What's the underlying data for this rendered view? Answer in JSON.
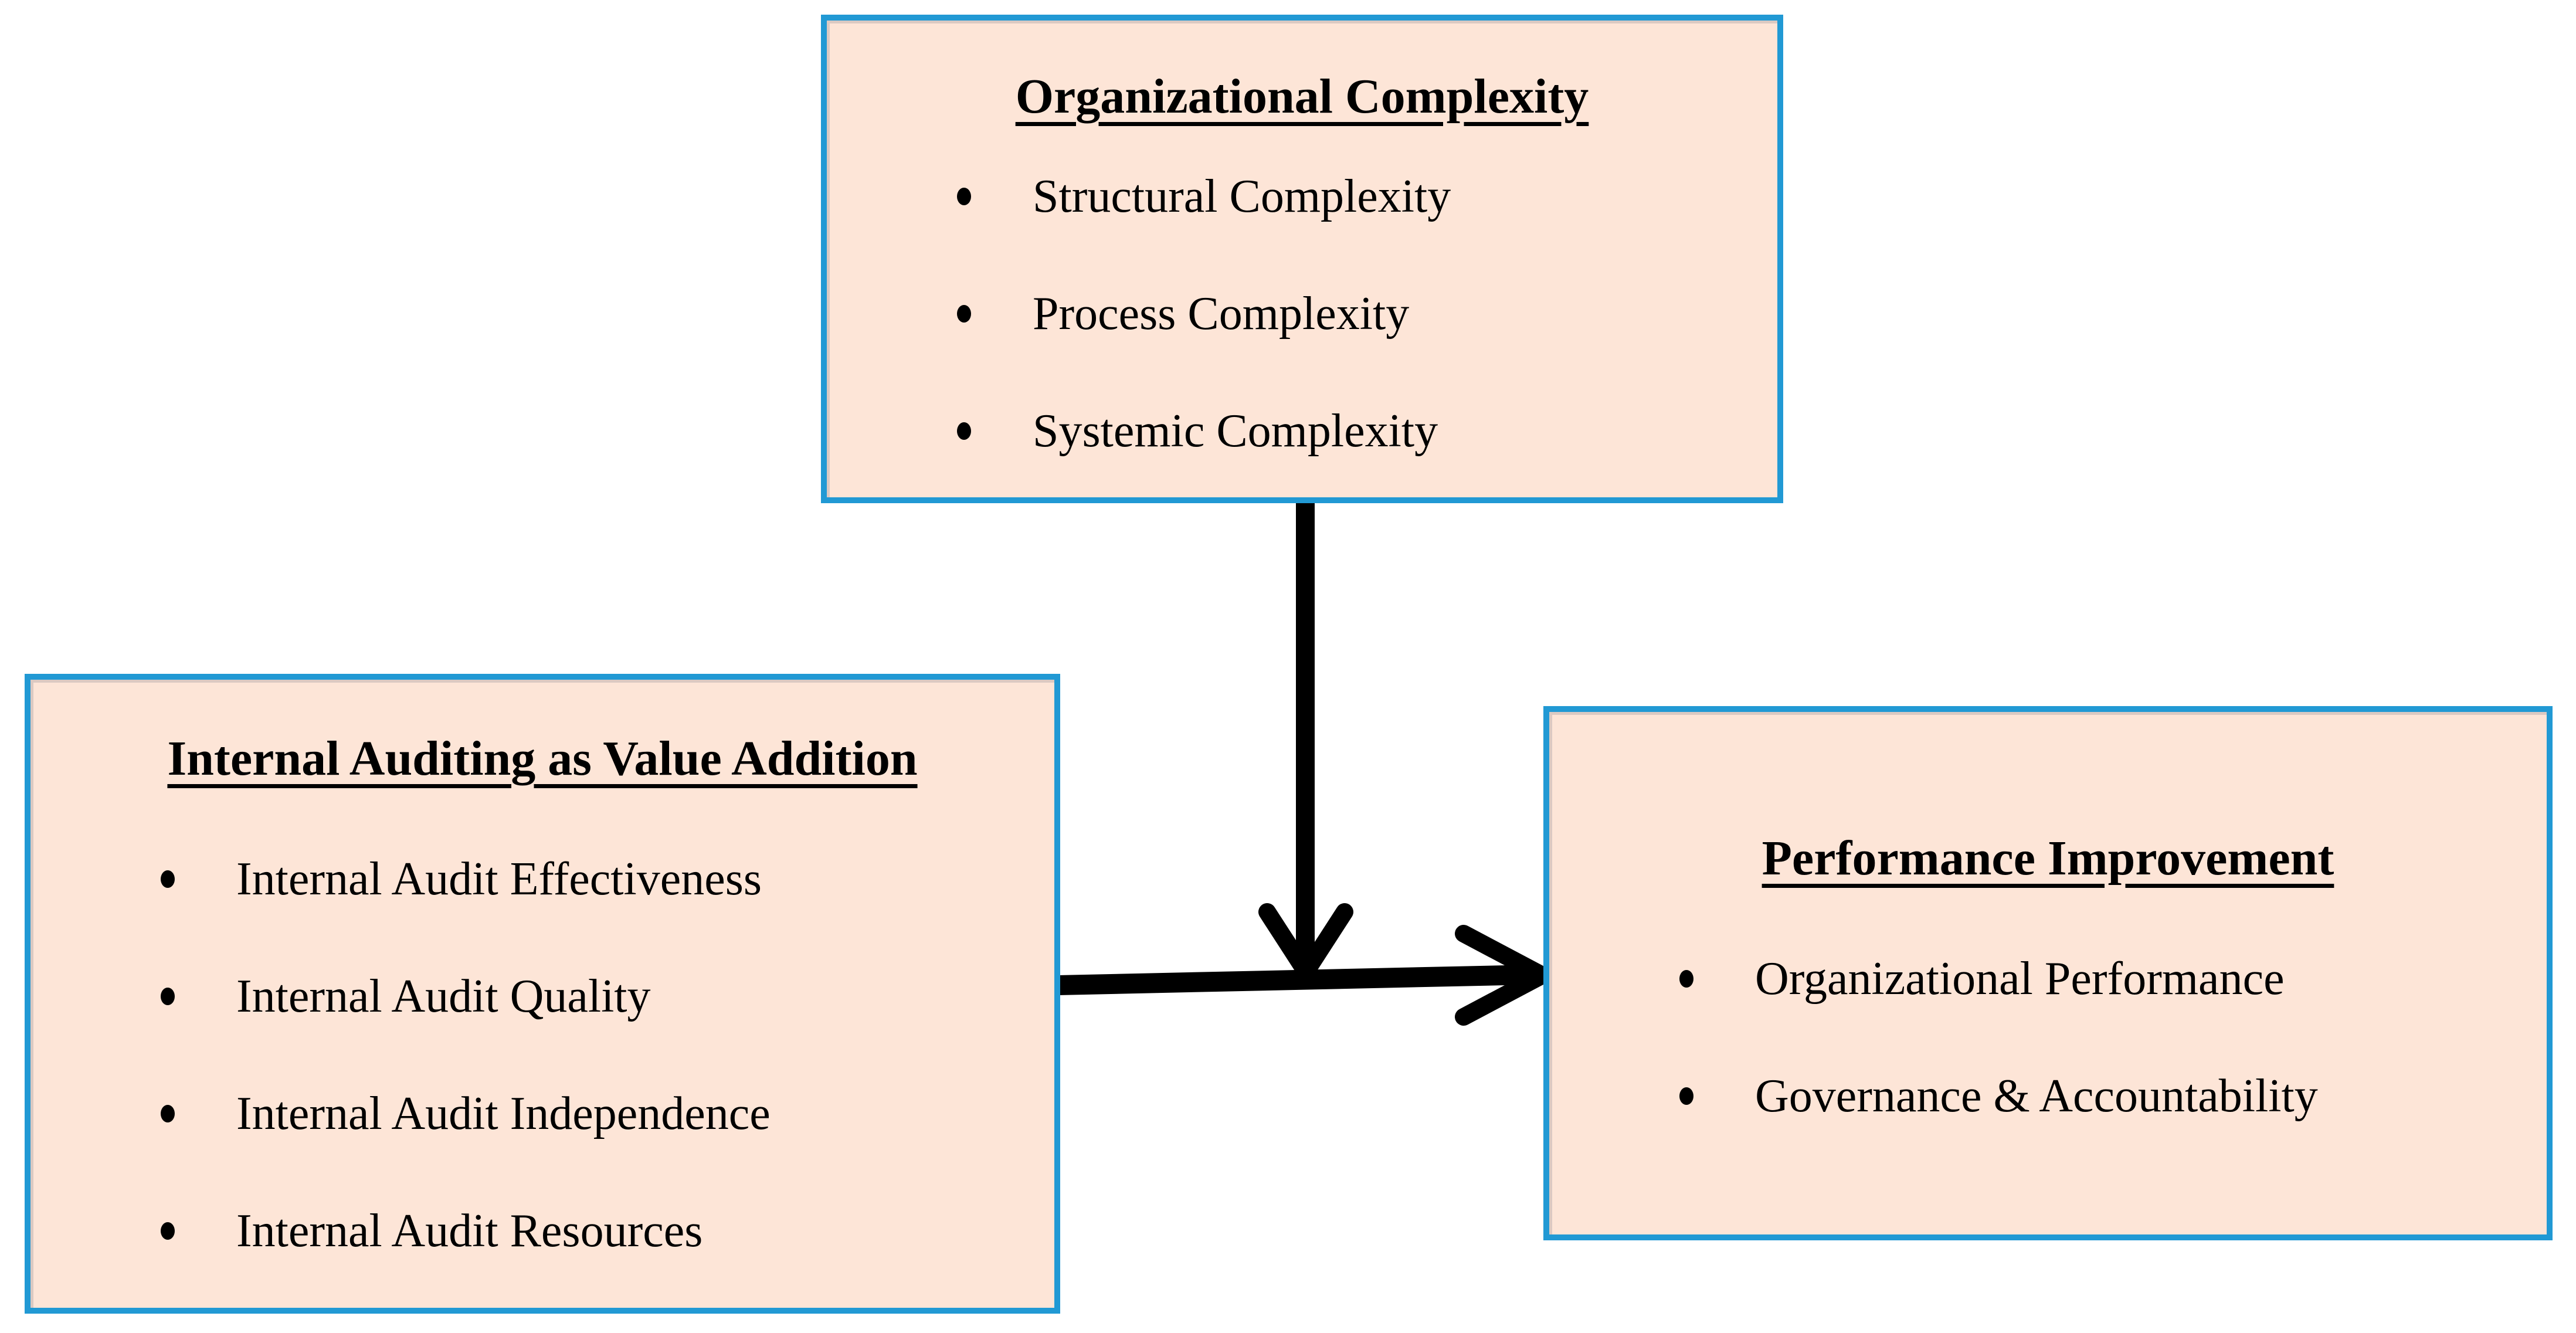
{
  "diagram": {
    "boxes": [
      {
        "id": "organizational-complexity",
        "title": "Organizational Complexity",
        "bullets": [
          "Structural Complexity",
          "Process Complexity",
          "Systemic Complexity"
        ]
      },
      {
        "id": "internal-auditing-value-addition",
        "title": "Internal Auditing as Value Addition",
        "bullets": [
          "Internal Audit Effectiveness",
          "Internal Audit Quality",
          "Internal Audit Independence",
          "Internal Audit Resources"
        ]
      },
      {
        "id": "performance-improvement",
        "title": "Performance Improvement",
        "bullets": [
          "Organizational Performance",
          "Governance & Accountability"
        ]
      }
    ],
    "connectors": [
      {
        "id": "down-arrow",
        "from": "organizational-complexity",
        "to": "moderation-point",
        "direction": "down"
      },
      {
        "id": "right-arrow",
        "from": "internal-auditing-value-addition",
        "to": "performance-improvement",
        "direction": "right"
      }
    ],
    "colors": {
      "box_fill": "#FDE5D7",
      "box_border": "#2199D4",
      "arrow": "#000000",
      "background": "#FFFFFF"
    }
  }
}
